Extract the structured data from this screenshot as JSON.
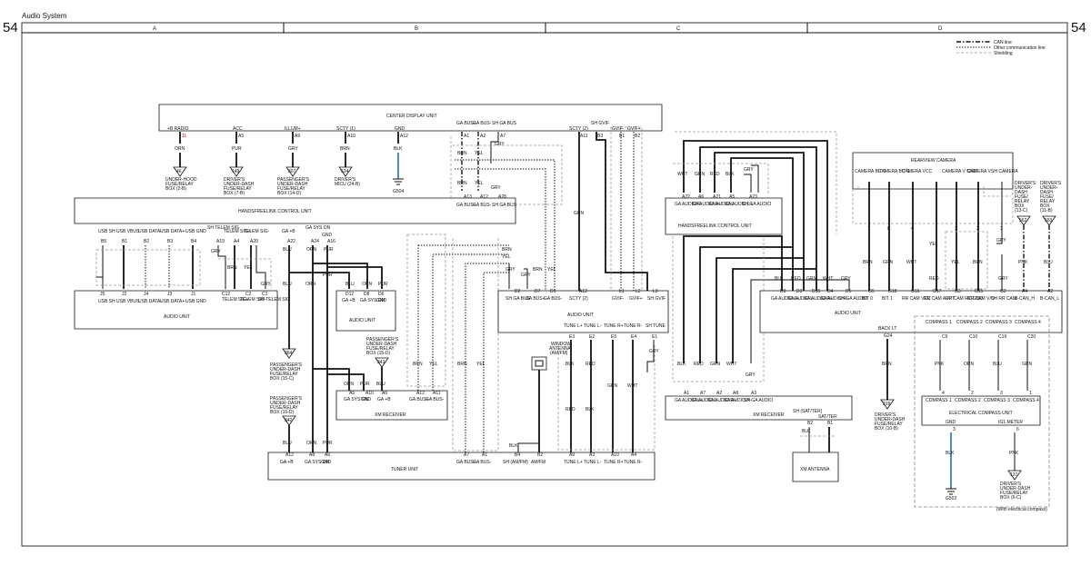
{
  "header": {
    "title": "Audio System",
    "page_left": "54",
    "page_right": "54"
  },
  "columns": [
    "A",
    "B",
    "C",
    "D"
  ],
  "legend": {
    "can": "CAN line",
    "other": "Other communication line",
    "shielding": "Shielding"
  },
  "units": {
    "cdu": "CENTER DISPLAY UNIT",
    "hfl_a": "HANDSFREELINK CONTROL UNIT",
    "audio_a": "AUDIO UNIT",
    "audio_b": "AUDIO UNIT",
    "xm_recv_b": "XM RECEIVER",
    "tuner": "TUNER UNIT",
    "audio_b2": "AUDIO UNIT",
    "hfl_c": "HANDSFREELINK CONTROL UNIT",
    "xm_recv_c": "XM RECEIVER",
    "xm_antenna": "XM ANTENNA",
    "rearcam": "REARVIEW CAMERA",
    "audio_d": "AUDIO UNIT",
    "compass": "ELECTRICAL COMPASS UNIT",
    "window_ant": [
      "WINDOW",
      "ANTENNA",
      "(AM/FM)"
    ]
  },
  "cdu_pins": [
    {
      "name": "+B RADIO",
      "pin": "11",
      "color": "ORN"
    },
    {
      "name": "ACC",
      "pin": "A5",
      "color": "PUR"
    },
    {
      "name": "ILLUM+",
      "pin": "A9",
      "color": "GRY"
    },
    {
      "name": "SCTY (1)",
      "pin": "A10",
      "color": "BRN"
    },
    {
      "name": "GND",
      "pin": "A12",
      "color": "BLK"
    }
  ],
  "cdu_fuses": [
    {
      "num": "46",
      "lines": [
        "UNDER-HOOD",
        "FUSE/RELAY",
        "BOX (2-B)"
      ]
    },
    {
      "num": "148",
      "lines": [
        "DRIVER'S",
        "UNDER-DASH",
        "FUSE/RELAY",
        "BOX (7-B)"
      ]
    },
    {
      "num": "307",
      "lines": [
        "PASSENGER'S",
        "UNDER-DASH",
        "FUSE/RELAY",
        "BOX (14-D)"
      ]
    },
    {
      "num": "534",
      "lines": [
        "DRIVER'S",
        "MICU (24-B)"
      ]
    }
  ],
  "grounds": {
    "g504": "G504",
    "g502": "G502"
  },
  "cdu_right_pins": [
    {
      "name": "GA BUS+",
      "pin": "A1"
    },
    {
      "name": "GA BUS-",
      "pin": "A2"
    },
    {
      "name": "SH GA BUS",
      "pin": "A7"
    },
    {
      "name": "SCTY (2)",
      "pin": "A11"
    },
    {
      "name": "SH GVIF",
      "pin": "B3"
    },
    {
      "name": "GVIF-",
      "pin": "B1"
    },
    {
      "name": "GVIF+",
      "pin": "B2"
    }
  ],
  "hfl_a_pins": [
    {
      "name": "GA BUS+",
      "pin": "A13"
    },
    {
      "name": "GA BUS-",
      "pin": "A12"
    },
    {
      "name": "SH GA BUS",
      "pin": "A28"
    }
  ],
  "hfl_a_lower_pins": [
    {
      "name": "USB SH",
      "pin": "B5"
    },
    {
      "name": "USB VBUS",
      "pin": "B1"
    },
    {
      "name": "USB DATA-",
      "pin": "B2"
    },
    {
      "name": "USB DATA+",
      "pin": "B3"
    },
    {
      "name": "USB GND",
      "pin": "B4"
    },
    {
      "name": "SH TELEM SIG",
      "pin": "A19"
    },
    {
      "name": "TELEM SIG+",
      "pin": "A4"
    },
    {
      "name": "TELEM SIG-",
      "pin": "A20"
    },
    {
      "name": "GA +B",
      "pin": "A22"
    },
    {
      "name": "GA SYS ON",
      "pin": "A24"
    },
    {
      "name": "GND",
      "pin": "A16"
    }
  ],
  "audio_a_pins": [
    {
      "name": "USB SH",
      "pin": "J5"
    },
    {
      "name": "USB VBUS",
      "pin": "J2"
    },
    {
      "name": "USB DATA-",
      "pin": "J4"
    },
    {
      "name": "USB DATA+",
      "pin": "J3"
    },
    {
      "name": "USB GND",
      "pin": "J1"
    },
    {
      "name": "TELEM SIG+",
      "pin": "C12"
    },
    {
      "name": "TELEM SIG-",
      "pin": "C2"
    },
    {
      "name": "SH TELEM SIG",
      "pin": "C1"
    }
  ],
  "audio_b_pins": [
    {
      "name": "GA +B",
      "pin": "D12"
    },
    {
      "name": "GA SYS ON",
      "pin": "D8"
    },
    {
      "name": "GND",
      "pin": "D6"
    }
  ],
  "xm_b_pins": [
    {
      "name": "GA SYS ON",
      "pin": "A5"
    },
    {
      "name": "GND",
      "pin": "A10"
    },
    {
      "name": "GA +B",
      "pin": "A6"
    },
    {
      "name": "GA BUS+",
      "pin": "A12"
    },
    {
      "name": "GA BUS-",
      "pin": "A11"
    }
  ],
  "tuner_pins": [
    {
      "name": "GA +B",
      "pin": "A12"
    },
    {
      "name": "GA SYS ON",
      "pin": "A8"
    },
    {
      "name": "GND",
      "pin": "A6"
    },
    {
      "name": "GA BUS+",
      "pin": "A7"
    },
    {
      "name": "GA BUS-",
      "pin": "A1"
    },
    {
      "name": "SH (AM/FM)",
      "pin": "B4"
    },
    {
      "name": "AM/FM",
      "pin": "B2"
    },
    {
      "name": "TUNE L+",
      "pin": "A9"
    },
    {
      "name": "TUNE L-",
      "pin": "A3"
    },
    {
      "name": "TUNE R+",
      "pin": "A10"
    },
    {
      "name": "TUNE R-",
      "pin": "A4"
    }
  ],
  "fuses_left": [
    {
      "num": "364",
      "lines": [
        "PASSENGER'S",
        "UNDER-DASH",
        "FUSE/RELAY",
        "BOX (15-C)"
      ]
    },
    {
      "num": "342",
      "lines": [
        "PASSENGER'S",
        "UNDER-DASH",
        "FUSE/RELAY",
        "BOX (16-D)"
      ]
    },
    {
      "num": "343",
      "lines": [
        "PASSENGER'S",
        "UNDER-DASH",
        "FUSE/RELAY",
        "BOX (15-D)"
      ]
    }
  ],
  "audio_b2_pins": [
    {
      "name": "SH GA BUS",
      "pin": "D2"
    },
    {
      "name": "GA BUS+",
      "pin": "D7"
    },
    {
      "name": "GA BUS-",
      "pin": "D1"
    },
    {
      "name": "SCTY (2)",
      "pin": "A12"
    },
    {
      "name": "GVIF-",
      "pin": "L1"
    },
    {
      "name": "GVIF+",
      "pin": "L2"
    },
    {
      "name": "SH GVIF",
      "pin": "L3"
    }
  ],
  "audio_b2_tune": [
    {
      "name": "TUNE L+",
      "pin": "E3"
    },
    {
      "name": "TUNE L-",
      "pin": "E2"
    },
    {
      "name": "TUNE R+",
      "pin": "E5"
    },
    {
      "name": "TUNE R-",
      "pin": "E4"
    },
    {
      "name": "SH TUNE",
      "pin": "E1"
    }
  ],
  "hfl_c_pins": [
    {
      "name": "GA AUDIO R-",
      "pin": "A22"
    },
    {
      "name": "GA AUDIO R+",
      "pin": "A6"
    },
    {
      "name": "GA AUDIO L-",
      "pin": "A21"
    },
    {
      "name": "GA AUDIO L+",
      "pin": "A5"
    },
    {
      "name": "SH GA AUDIO",
      "pin": "A23"
    }
  ],
  "xm_c_pins": [
    {
      "name": "GA AUDIO L+",
      "pin": "A1"
    },
    {
      "name": "GA AUDIO L-",
      "pin": "A7"
    },
    {
      "name": "GA AUDIO R+",
      "pin": "A2"
    },
    {
      "name": "GA AUDIO R-",
      "pin": "A8"
    },
    {
      "name": "SH GA AUDIO",
      "pin": "A3"
    },
    {
      "name": "SH (SAT/TER)",
      "pin": "B2"
    },
    {
      "name": "SAT/TER",
      "pin": "B1"
    }
  ],
  "audio_d_pins": [
    {
      "name": "GA AUDIO L+",
      "pin": "D9"
    },
    {
      "name": "GA AUDIO L-",
      "pin": "D3"
    },
    {
      "name": "GA AUDIO R+",
      "pin": "D10"
    },
    {
      "name": "GA AUDIO R-",
      "pin": "D4"
    },
    {
      "name": "SH GA AUDIO",
      "pin": "D5"
    },
    {
      "name": "BIT 0",
      "pin": "G5"
    },
    {
      "name": "BIT 1",
      "pin": "G18"
    },
    {
      "name": "RR CAM VCC",
      "pin": "G16"
    },
    {
      "name": "RR CAM ADPT",
      "pin": "G17"
    },
    {
      "name": "RR CAM RC GND",
      "pin": "G3"
    },
    {
      "name": "RR CAM V/O",
      "pin": "G15"
    },
    {
      "name": "SH RR CAM",
      "pin": "G2"
    },
    {
      "name": "B-CAN_H",
      "pin": "A4"
    },
    {
      "name": "B-CAN_L",
      "pin": "A2"
    },
    {
      "name": "BACK LT",
      "pin": "G24"
    }
  ],
  "cam_pins": [
    {
      "name": "CAMERA BIT 0",
      "pin": "7"
    },
    {
      "name": "CAMERA BIT 1",
      "pin": "8"
    },
    {
      "name": "CAMERA VCC",
      "pin": "4"
    },
    {
      "name": "CAMERA V GND",
      "pin": "3"
    },
    {
      "name": "CAMERA V",
      "pin": "2"
    },
    {
      "name": "SH CAMERA",
      "pin": "1"
    }
  ],
  "fuses_d": [
    {
      "num": "562",
      "lines": [
        "DRIVER'S",
        "UNDER-",
        "DASH",
        "FUSE/",
        "RELAY",
        "BOX",
        "(13-C)"
      ]
    },
    {
      "num": "563",
      "lines": [
        "DRIVER'S",
        "UNDER-",
        "DASH",
        "FUSE/",
        "RELAY",
        "BOX",
        "(11-B)"
      ]
    },
    {
      "num": "218",
      "lines": [
        "DRIVER'S",
        "UNDER-DASH",
        "FUSE/RELAY",
        "BOX (10-B)"
      ]
    },
    {
      "num": "137",
      "lines": [
        "DRIVER'S",
        "UNDER-DASH",
        "FUSE/RELAY",
        "BOX (6-C)"
      ]
    }
  ],
  "compass_pins": [
    {
      "name": "COMPASS 1",
      "pin": "C9",
      "inner": "4",
      "color": "PNK"
    },
    {
      "name": "COMPASS 2",
      "pin": "C10",
      "inner": "2",
      "color": "ORN"
    },
    {
      "name": "COMPASS 3",
      "pin": "C19",
      "inner": "3",
      "color": "BLU"
    },
    {
      "name": "COMPASS 4",
      "pin": "C20",
      "inner": "1",
      "color": "GRN"
    }
  ],
  "compass_lower": [
    {
      "name": "GND",
      "pin": "3",
      "color": "BLK"
    },
    {
      "name": "IG1 METER",
      "pin": "6",
      "color": "PNK"
    }
  ],
  "compass_note": "(With electrical compass)"
}
